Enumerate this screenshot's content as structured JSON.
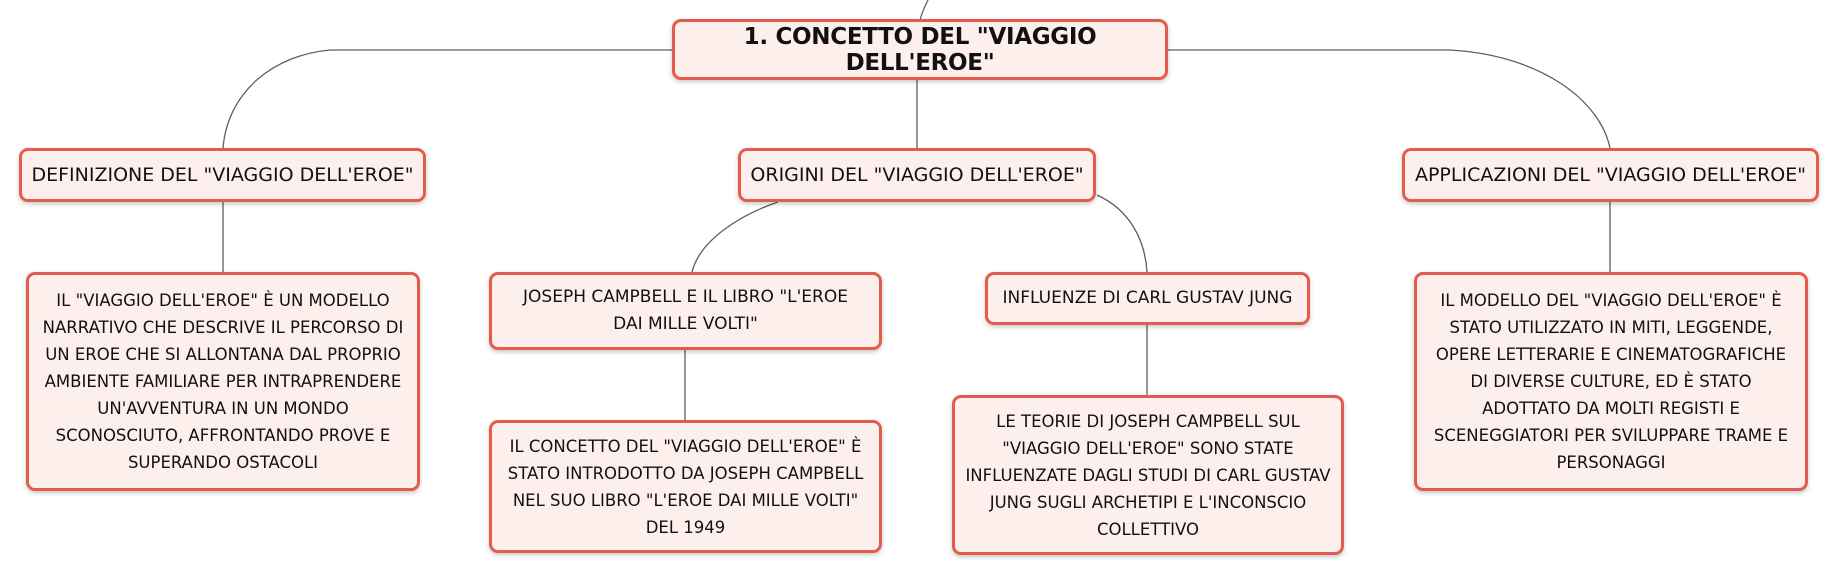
{
  "root": {
    "label": "1. CONCETTO DEL \"VIAGGIO DELL'EROE\""
  },
  "branches": {
    "definizione": {
      "label": "DEFINIZIONE DEL \"VIAGGIO DELL'EROE\"",
      "detail": "IL \"VIAGGIO DELL'EROE\" È UN MODELLO NARRATIVO CHE DESCRIVE IL PERCORSO DI UN EROE CHE SI ALLONTANA DAL PROPRIO AMBIENTE FAMILIARE PER INTRAPRENDERE UN'AVVENTURA IN UN MONDO SCONOSCIUTO, AFFRONTANDO PROVE E SUPERANDO OSTACOLI"
    },
    "origini": {
      "label": "ORIGINI DEL \"VIAGGIO DELL'EROE\"",
      "campbell": {
        "label": "JOSEPH CAMPBELL E IL LIBRO \"L'EROE DAI MILLE VOLTI\"",
        "detail": "IL CONCETTO DEL \"VIAGGIO DELL'EROE\" È STATO INTRODOTTO DA JOSEPH CAMPBELL NEL SUO LIBRO \"L'EROE DAI MILLE VOLTI\" DEL 1949"
      },
      "jung": {
        "label": "INFLUENZE DI CARL GUSTAV JUNG",
        "detail": "LE TEORIE DI JOSEPH CAMPBELL SUL \"VIAGGIO DELL'EROE\" SONO STATE INFLUENZATE DAGLI STUDI DI CARL GUSTAV JUNG SUGLI ARCHETIPI E L'INCONSCIO COLLETTIVO"
      }
    },
    "applicazioni": {
      "label": "APPLICAZIONI DEL \"VIAGGIO DELL'EROE\"",
      "detail": "IL MODELLO DEL \"VIAGGIO DELL'EROE\" È STATO UTILIZZATO IN MITI, LEGGENDE, OPERE LETTERARIE E CINEMATOGRAFICHE DI DIVERSE CULTURE, ED È STATO ADOTTATO DA MOLTI REGISTI E SCENEGGIATORI PER SVILUPPARE TRAME E PERSONAGGI"
    }
  }
}
